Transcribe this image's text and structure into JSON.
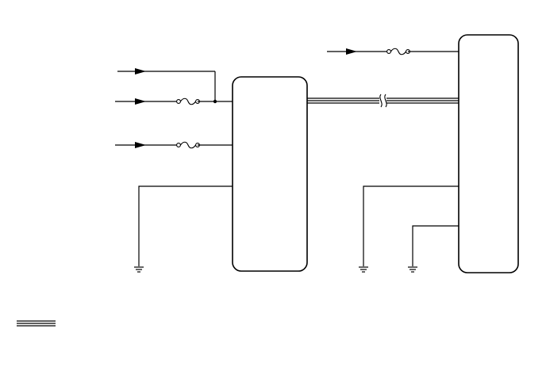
{
  "diagram": {
    "type": "wiring-schematic",
    "colors": {
      "line": "#000000",
      "background": "#ffffff"
    },
    "components": [
      {
        "id": "ecu-left",
        "kind": "module",
        "label": ""
      },
      {
        "id": "ecu-right",
        "kind": "module",
        "label": ""
      }
    ],
    "inputs": [
      {
        "id": "in-1",
        "to": "ecu-left",
        "fused": false,
        "label": ""
      },
      {
        "id": "in-2",
        "to": "ecu-left",
        "fused": true,
        "label": ""
      },
      {
        "id": "in-3",
        "to": "ecu-left",
        "fused": true,
        "label": ""
      },
      {
        "id": "in-4",
        "to": "ecu-right",
        "fused": true,
        "label": ""
      }
    ],
    "grounds": [
      {
        "id": "gnd-1",
        "from": "ecu-left"
      },
      {
        "id": "gnd-2",
        "from": "ecu-right"
      },
      {
        "id": "gnd-3",
        "from": "ecu-right"
      }
    ],
    "buses": [
      {
        "id": "comm-bus",
        "from": "ecu-left",
        "to": "ecu-right",
        "kind": "shielded-multi-wire",
        "broken": true
      }
    ],
    "legend": [
      {
        "id": "legend-bus",
        "symbol": "multi-wire",
        "label": ""
      }
    ]
  }
}
